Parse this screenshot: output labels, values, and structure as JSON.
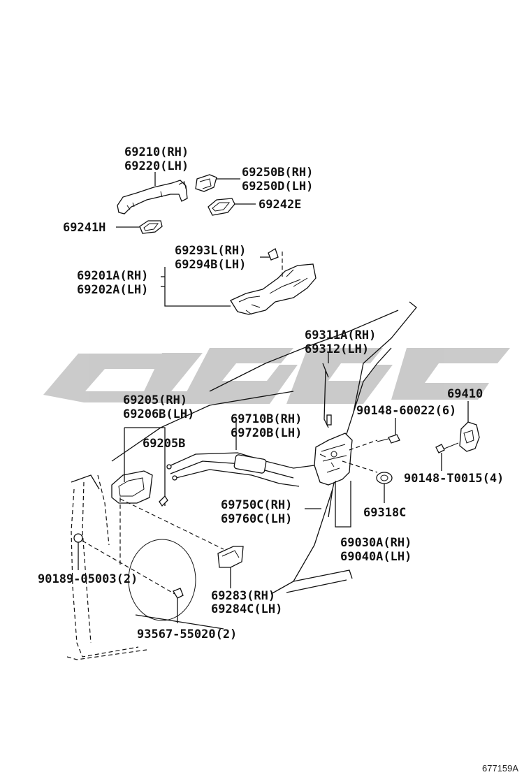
{
  "labels": {
    "p69210": "69210(RH)",
    "p69220": "69220(LH)",
    "p69250b": "69250B(RH)",
    "p69250d": "69250D(LH)",
    "p69242e": "69242E",
    "p69241h": "69241H",
    "p69293l": "69293L(RH)",
    "p69294b": "69294B(LH)",
    "p69201a": "69201A(RH)",
    "p69202a": "69202A(LH)",
    "p69311a": "69311A(RH)",
    "p69312": "69312(LH)",
    "p69410": "69410",
    "p90148_60022": "90148-60022(6)",
    "p90148_t0015": "90148-T0015(4)",
    "p69205": "69205(RH)",
    "p69206b": "69206B(LH)",
    "p69205b": "69205B",
    "p69710b": "69710B(RH)",
    "p69720b": "69720B(LH)",
    "p69318c": "69318C",
    "p69750c": "69750C(RH)",
    "p69760c": "69760C(LH)",
    "p69030a": "69030A(RH)",
    "p69040a": "69040A(LH)",
    "p90189": "90189-05003(2)",
    "p69283": "69283(RH)",
    "p69284c": "69284C(LH)",
    "p93567": "93567-55020(2)"
  },
  "reference": "677159A",
  "colors": {
    "line": "#111111",
    "watermark": "#c8c8c8",
    "background": "#ffffff"
  },
  "watermark_shape": "stylized-logo"
}
